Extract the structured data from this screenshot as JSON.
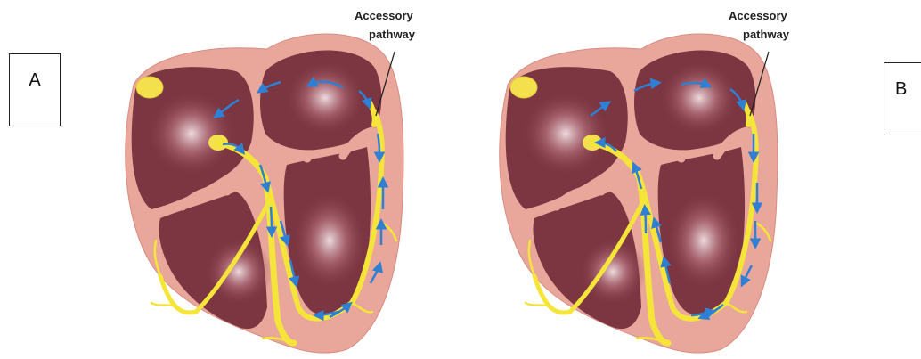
{
  "panels": {
    "a": {
      "label": "A",
      "callout_line1": "Accessory",
      "callout_line2": "pathway"
    },
    "b": {
      "label": "B",
      "callout_line1": "Accessory",
      "callout_line2": "pathway"
    }
  },
  "colors": {
    "heart_wall": "#e9a69b",
    "chamber": "#7b3642",
    "conduction": "#f5e43a",
    "arrow": "#2f7fd3",
    "node": "#f4e04d"
  }
}
